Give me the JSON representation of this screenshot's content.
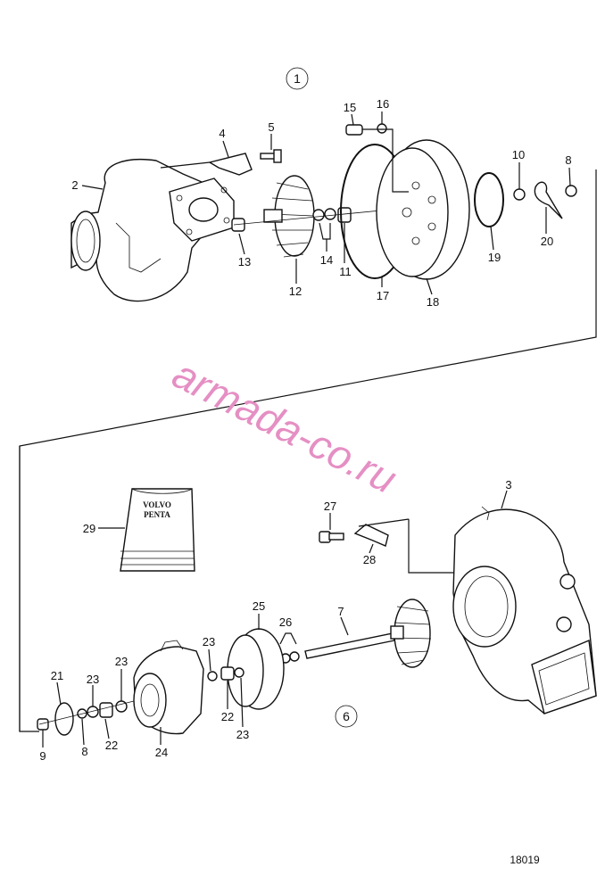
{
  "group_markers": {
    "top": "1",
    "bottom": "6"
  },
  "figure_number": "18019",
  "watermark": "armada-co.ru",
  "manual_brand": [
    "VOLVO",
    "PENTA"
  ],
  "callouts": {
    "c1": "1",
    "c2": "2",
    "c3": "3",
    "c4": "4",
    "c5": "5",
    "c6": "6",
    "c7": "7",
    "c8": "8",
    "c9": "9",
    "c10": "10",
    "c11": "11",
    "c12": "12",
    "c13": "13",
    "c14": "14",
    "c15": "15",
    "c16": "16",
    "c17": "17",
    "c18": "18",
    "c19": "19",
    "c20": "20",
    "c21": "21",
    "c22": "22",
    "c23": "23",
    "c24": "24",
    "c25": "25",
    "c26": "26",
    "c27": "27",
    "c28": "28",
    "c29": "29"
  }
}
